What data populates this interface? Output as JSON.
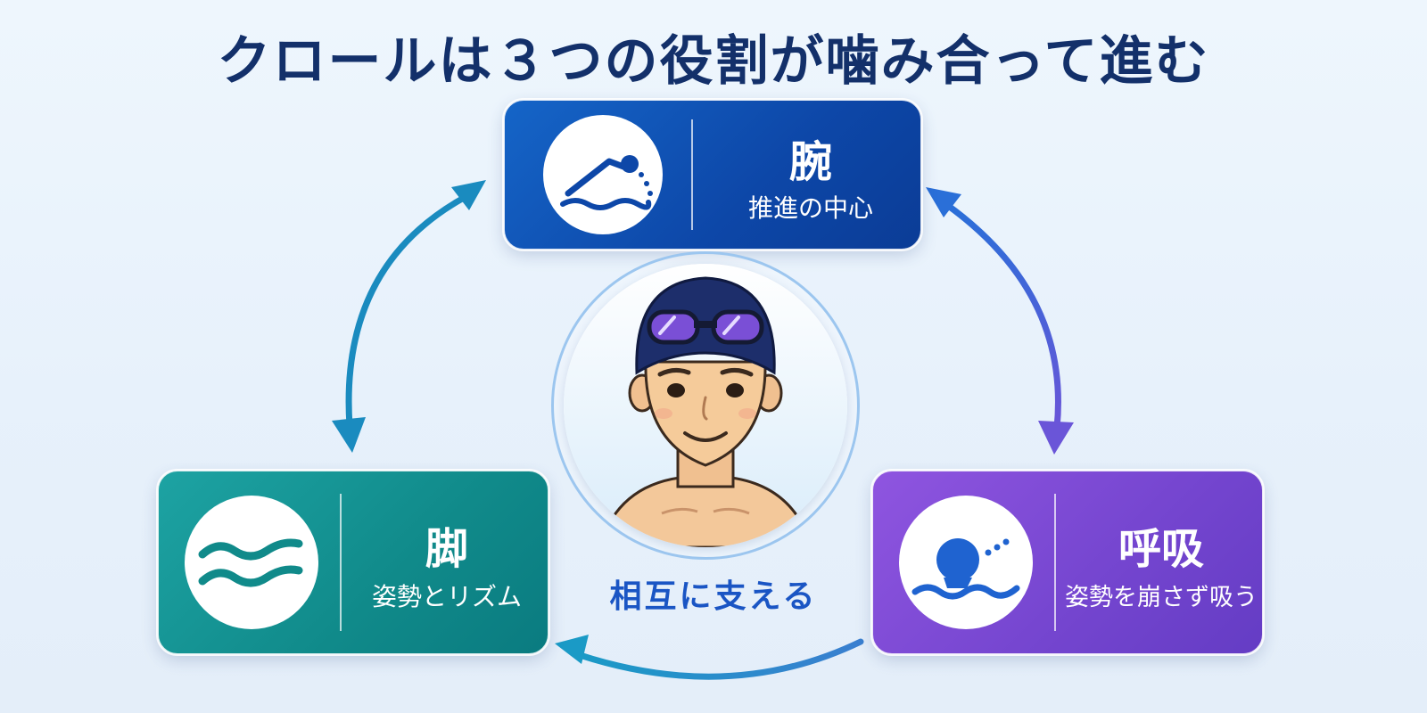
{
  "title": "クロールは３つの役割が噛み合って進む",
  "cards": {
    "arm": {
      "head": "腕",
      "sub": "推進の中心",
      "icon": "swimmer-stroke-icon",
      "color": "#0d47a8"
    },
    "leg": {
      "head": "脚",
      "sub": "姿勢とリズム",
      "icon": "kick-wave-icon",
      "color": "#108a8a"
    },
    "breath": {
      "head": "呼吸",
      "sub": "姿勢を崩さず吸う",
      "icon": "breathing-head-icon",
      "color": "#7445cf"
    }
  },
  "center": {
    "label": "相互に支える",
    "icon": "swimmer-avatar"
  },
  "colors": {
    "title": "#13306a",
    "accent": "#1a55c4",
    "arrow_teal": "#1a8bbf",
    "arrow_blue": "#3a64d8",
    "arrow_purple": "#6a55d8"
  }
}
